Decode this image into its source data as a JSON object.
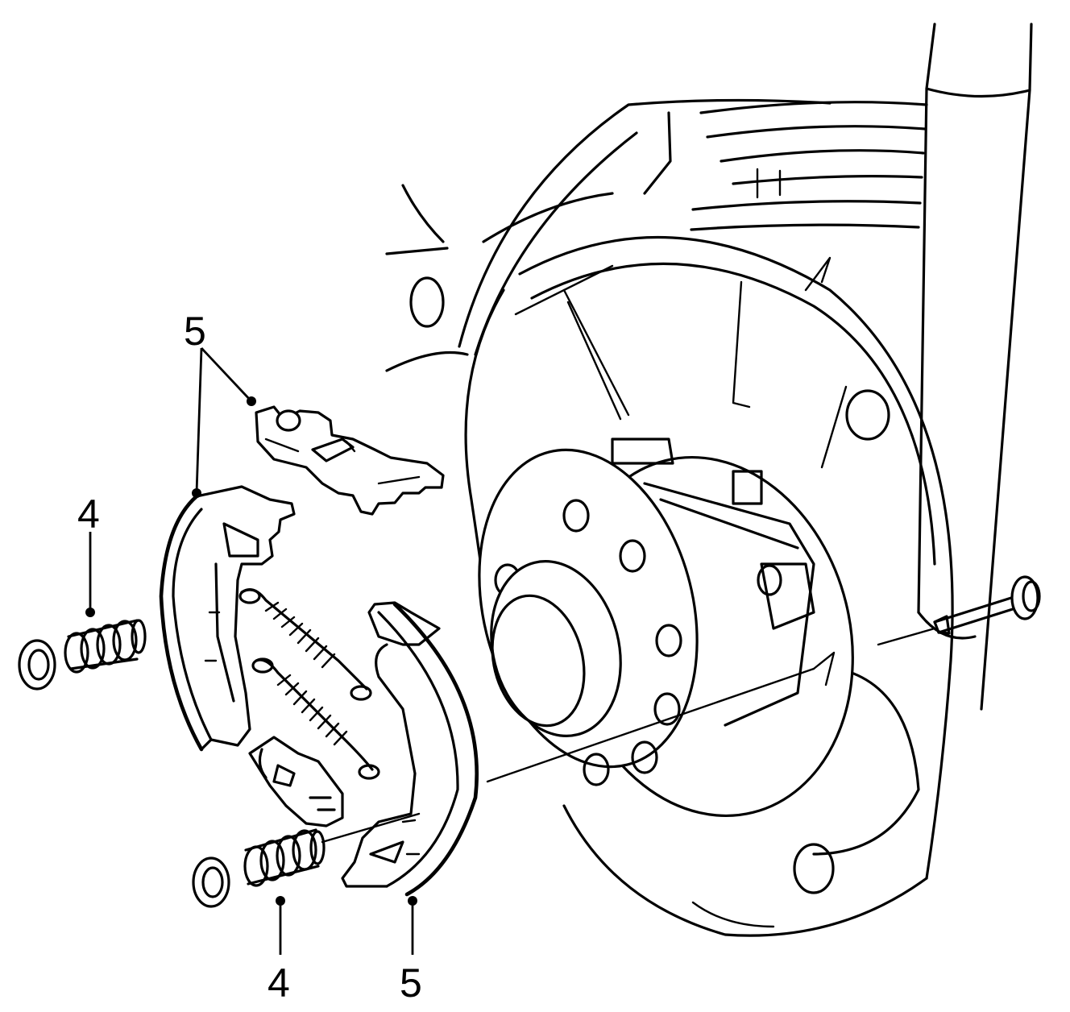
{
  "callouts": {
    "upper_shoe": "5",
    "upper_spring": "4",
    "lower_spring": "4",
    "lower_shoe": "5"
  },
  "colors": {
    "line": "#000000",
    "background": "#ffffff"
  }
}
